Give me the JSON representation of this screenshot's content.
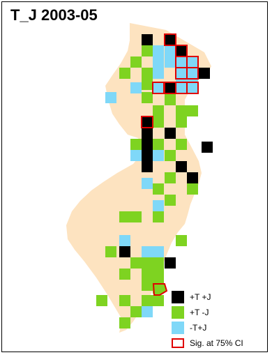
{
  "title": "T_J 2003-05",
  "colors": {
    "land": "#fde3c0",
    "pos_t_pos_j": "#000000",
    "pos_t_neg_j": "#7ed321",
    "neg_t_pos_j": "#7fd8f8",
    "significance_outline": "#e00000"
  },
  "legend": {
    "items": [
      {
        "label": "+T +J",
        "color": "#000000"
      },
      {
        "label": "+T -J",
        "color": "#7ed321"
      },
      {
        "label": "-T+J",
        "color": "#7fd8f8"
      }
    ],
    "sig_label": "Sig. at 75% CI"
  }
}
